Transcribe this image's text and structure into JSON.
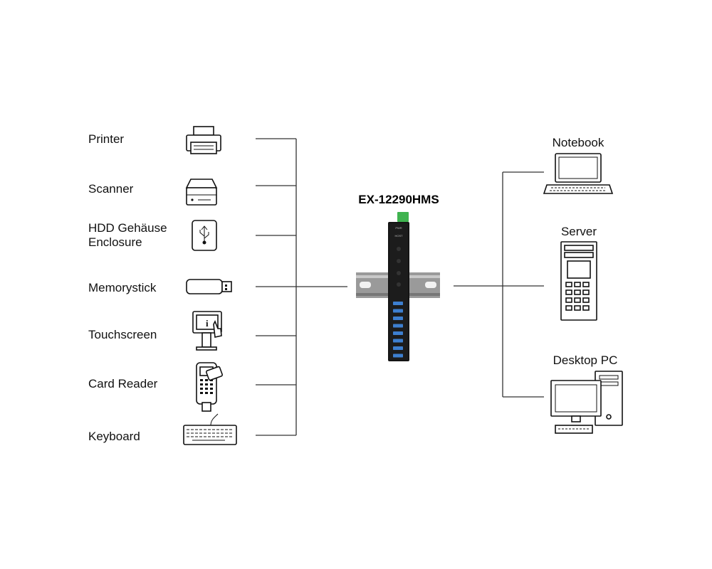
{
  "hub": {
    "model": "EX-12290HMS",
    "icon": "usb-hub-din-rail-icon",
    "port_count": 8,
    "port_color": "#3d7fd0",
    "terminal_color": "#3fb34f"
  },
  "devices": [
    {
      "id": "printer",
      "label": "Printer",
      "icon": "printer-icon"
    },
    {
      "id": "scanner",
      "label": "Scanner",
      "icon": "scanner-icon"
    },
    {
      "id": "hdd",
      "label": "HDD Gehäuse",
      "label2": "Enclosure",
      "icon": "hdd-enclosure-icon"
    },
    {
      "id": "memorystick",
      "label": "Memorystick",
      "icon": "usb-stick-icon"
    },
    {
      "id": "touchscreen",
      "label": "Touchscreen",
      "icon": "touchscreen-kiosk-icon"
    },
    {
      "id": "cardreader",
      "label": "Card Reader",
      "icon": "card-reader-icon"
    },
    {
      "id": "keyboard",
      "label": "Keyboard",
      "icon": "keyboard-icon"
    }
  ],
  "hosts": [
    {
      "id": "notebook",
      "label": "Notebook",
      "icon": "notebook-icon"
    },
    {
      "id": "server",
      "label": "Server",
      "icon": "server-icon"
    },
    {
      "id": "desktop",
      "label": "Desktop PC",
      "icon": "desktop-pc-icon"
    }
  ]
}
